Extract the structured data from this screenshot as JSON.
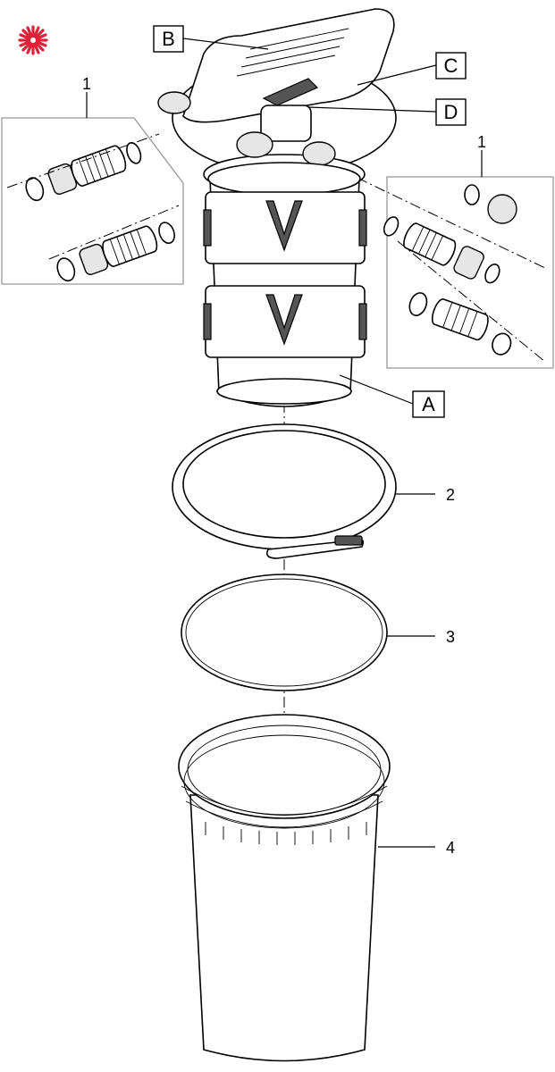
{
  "logo": {
    "icon": "asterisk-logo-icon",
    "color": "#e0203a"
  },
  "letter_labels": {
    "a": "A",
    "b": "B",
    "c": "C",
    "d": "D"
  },
  "number_labels": {
    "connector_left": "1",
    "connector_right": "1",
    "ring_clamp": "2",
    "seal_ring": "3",
    "container": "4"
  }
}
